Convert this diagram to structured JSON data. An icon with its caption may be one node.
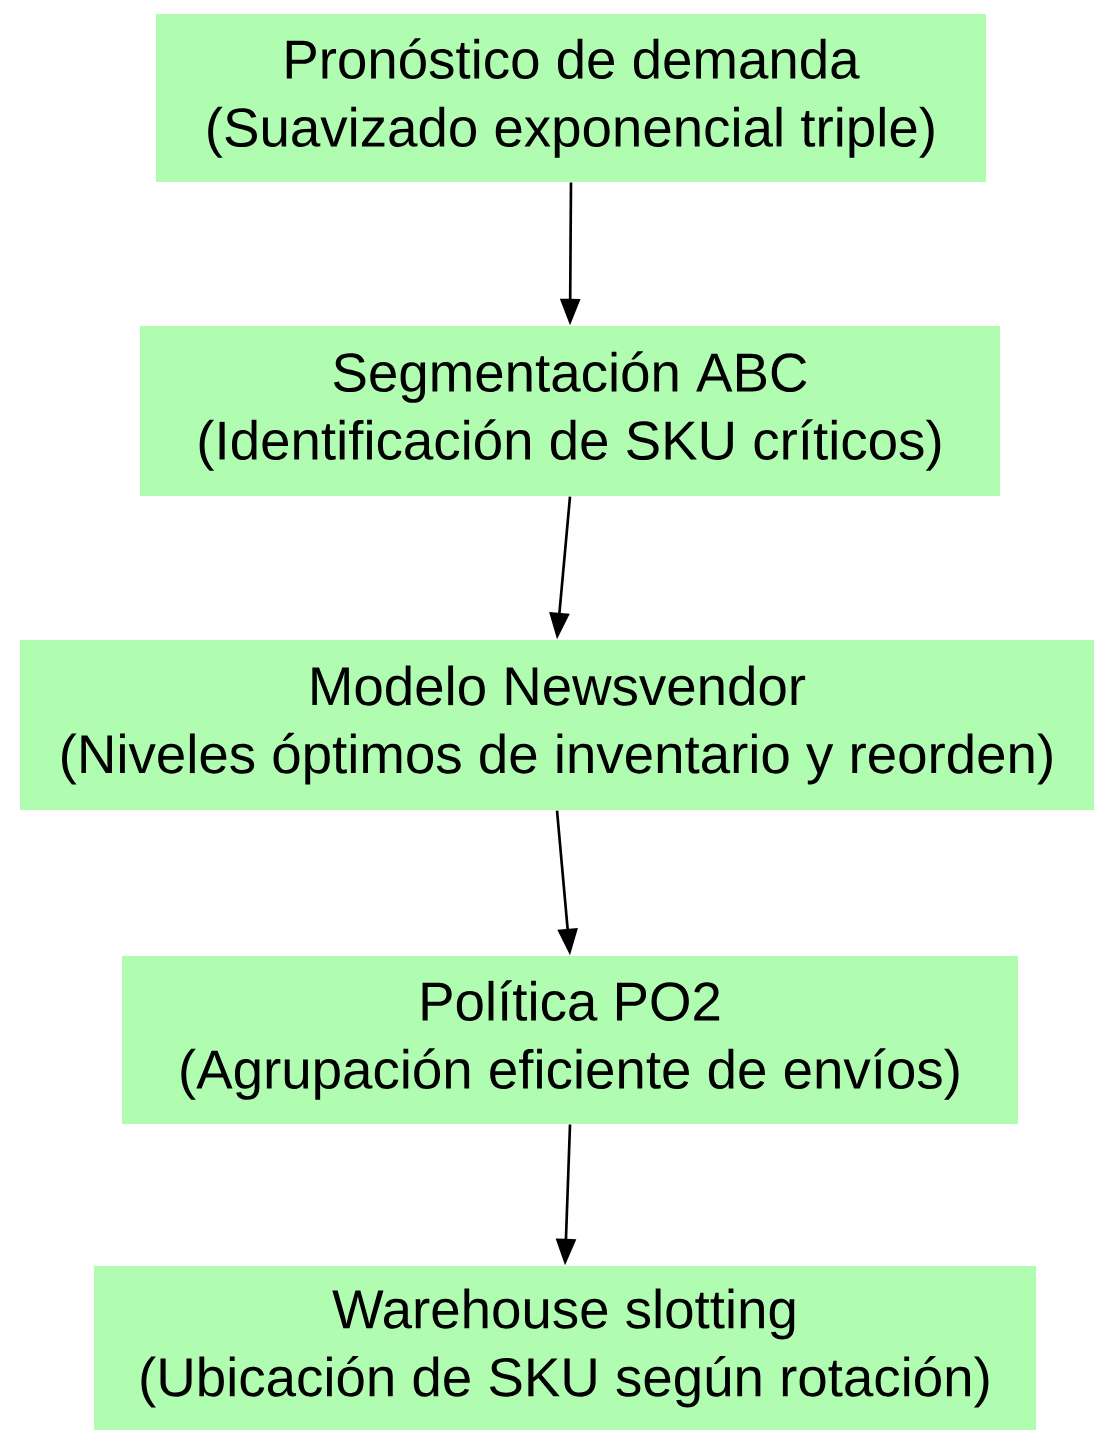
{
  "diagram": {
    "nodes": [
      {
        "text": [
          "Pronóstico de demanda",
          "(Suavizado exponencial triple)"
        ]
      },
      {
        "text": [
          "Segmentación ABC",
          "(Identificación de SKU críticos)"
        ]
      },
      {
        "text": [
          "Modelo Newsvendor",
          "(Niveles óptimos de inventario y reorden)"
        ]
      },
      {
        "text": [
          "Política PO2",
          "(Agrupación eficiente de envíos)"
        ]
      },
      {
        "text": [
          "Warehouse slotting",
          "(Ubicación de SKU según rotación)"
        ]
      }
    ],
    "edges": [
      {
        "from": 0,
        "to": 1,
        "arrow": "to"
      },
      {
        "from": 1,
        "to": 2,
        "arrow": "to"
      },
      {
        "from": 2,
        "to": 3,
        "arrow": "to"
      },
      {
        "from": 3,
        "to": 4,
        "arrow": "to"
      }
    ]
  }
}
